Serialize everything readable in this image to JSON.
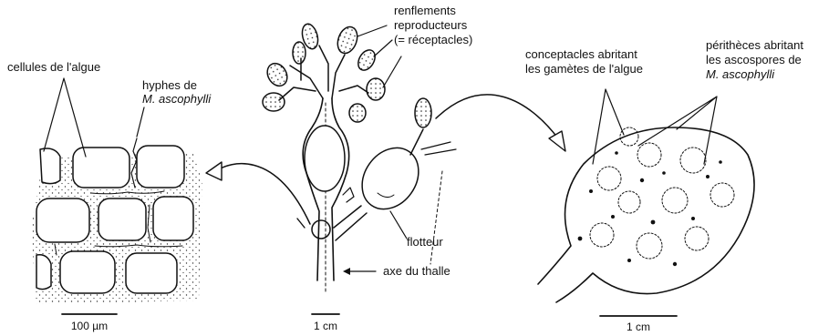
{
  "labels": {
    "algae_cells": "cellules de l'algue",
    "hyphae_line1": "hyphes de",
    "hyphae_line2": "M. ascophylli",
    "receptacles_line1": "renflements",
    "receptacles_line2": "reproducteurs",
    "receptacles_line3": "(= réceptacles)",
    "float": "flotteur",
    "thallus_axis": "axe du thalle",
    "conceptacles_line1": "conceptacles abritant",
    "conceptacles_line2": "les gamètes de l'algue",
    "perithecia_line1": "périthèces abritant",
    "perithecia_line2": "les ascospores de",
    "perithecia_line3": "M. ascophylli"
  },
  "scale_bars": {
    "left": "100 µm",
    "middle": "1 cm",
    "right": "1 cm"
  },
  "colors": {
    "ink": "#111111",
    "background": "#ffffff"
  }
}
